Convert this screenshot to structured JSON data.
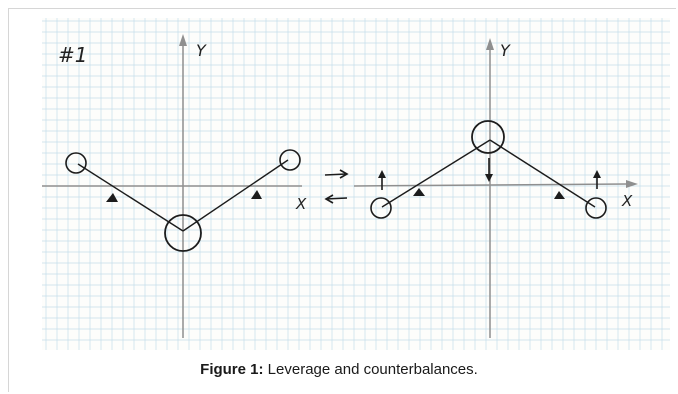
{
  "figure": {
    "sketch_label": "#1",
    "left_panel": {
      "y_axis_label": "Y",
      "x_axis_label": "X"
    },
    "right_panel": {
      "y_axis_label": "Y",
      "x_axis_label": "X"
    },
    "caption_label": "Figure 1:",
    "caption_text": " Leverage and counterbalances."
  },
  "colors": {
    "grid_line": "#c3ddea",
    "axis": "#8f8f8f",
    "ink": "#1c1c1c",
    "paper": "#fdfdfb"
  }
}
